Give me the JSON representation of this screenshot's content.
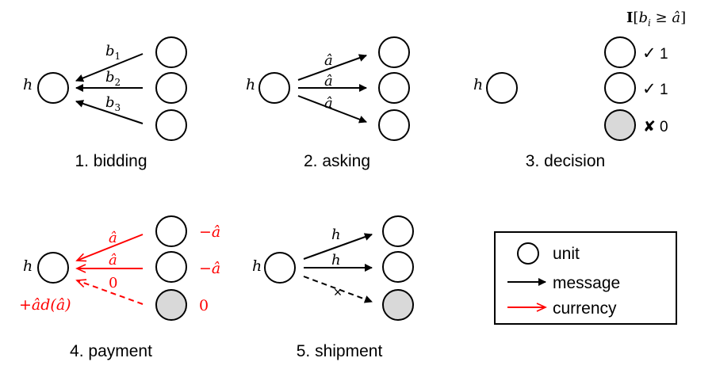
{
  "panels": {
    "bidding": {
      "caption": "1. bidding",
      "hub_label": "h",
      "bid_labels": [
        "b",
        "b",
        "b"
      ],
      "bid_subscripts": [
        "1",
        "2",
        "3"
      ]
    },
    "asking": {
      "caption": "2. asking",
      "hub_label": "h",
      "ask_labels": [
        "â",
        "â",
        "â"
      ]
    },
    "decision": {
      "caption": "3. decision",
      "hub_label": "h",
      "formula": {
        "indicator": "I",
        "open": "[",
        "var": "b",
        "subscript": "i",
        "op": " ≥ ",
        "ask": "â",
        "close": "]"
      },
      "results": [
        {
          "mark": "✓",
          "value": "1",
          "status": "accepted"
        },
        {
          "mark": "✓",
          "value": "1",
          "status": "accepted"
        },
        {
          "mark": "✘",
          "value": "0",
          "status": "rejected"
        }
      ]
    },
    "payment": {
      "caption": "4. payment",
      "hub_label": "h",
      "edge_labels": [
        "â",
        "â",
        "0"
      ],
      "unit_values": [
        "−â",
        "−â",
        "0"
      ],
      "hub_gain": "+âd(â)"
    },
    "shipment": {
      "caption": "5. shipment",
      "hub_label": "h",
      "edge_labels": [
        "h",
        "h"
      ],
      "blocked_mark": "×"
    }
  },
  "legend": {
    "items": [
      {
        "symbol": "circle",
        "label": "unit"
      },
      {
        "symbol": "black-arrow",
        "label": "message"
      },
      {
        "symbol": "red-arrow",
        "label": "currency"
      }
    ]
  },
  "colors": {
    "message": "#000000",
    "currency": "#ff0000",
    "rejected_fill": "#d9d9d9",
    "unit_fill": "#ffffff"
  }
}
